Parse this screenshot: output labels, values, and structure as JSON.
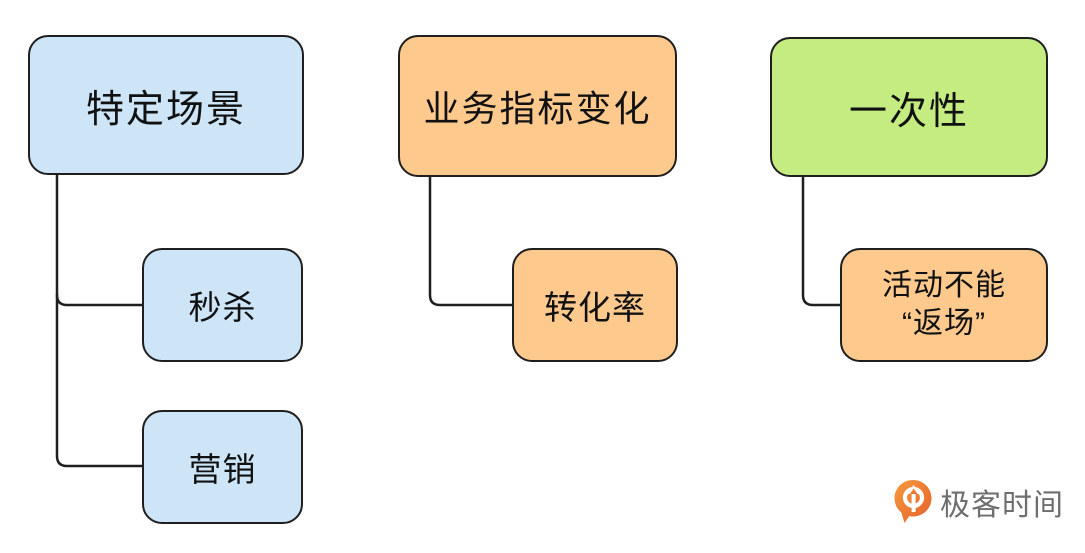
{
  "diagram": {
    "type": "tree-diagram",
    "groups": [
      {
        "parent": {
          "label": "特定场景",
          "color": "#cde5f7"
        },
        "children": [
          {
            "label": "秒杀",
            "color": "#cde5f7"
          },
          {
            "label": "营销",
            "color": "#cde5f7"
          }
        ]
      },
      {
        "parent": {
          "label": "业务指标变化",
          "color": "#fdc98d"
        },
        "children": [
          {
            "label": "转化率",
            "color": "#fdc98d"
          }
        ]
      },
      {
        "parent": {
          "label": "一次性",
          "color": "#c4ec81"
        },
        "children": [
          {
            "label": "活动不能\n“返场”",
            "color": "#fdc98d"
          }
        ]
      }
    ],
    "colors": {
      "node_blue": "#cde5f7",
      "node_orange": "#fdc98d",
      "node_green": "#c4ec81",
      "node_border": "#1f1f1f",
      "connector": "#1f1f1f",
      "background": "#ffffff"
    }
  },
  "logo": {
    "text": "极客时间",
    "icon": "geektime-pin-icon",
    "icon_color": "#ee702d",
    "text_color": "#6e6e6e"
  }
}
